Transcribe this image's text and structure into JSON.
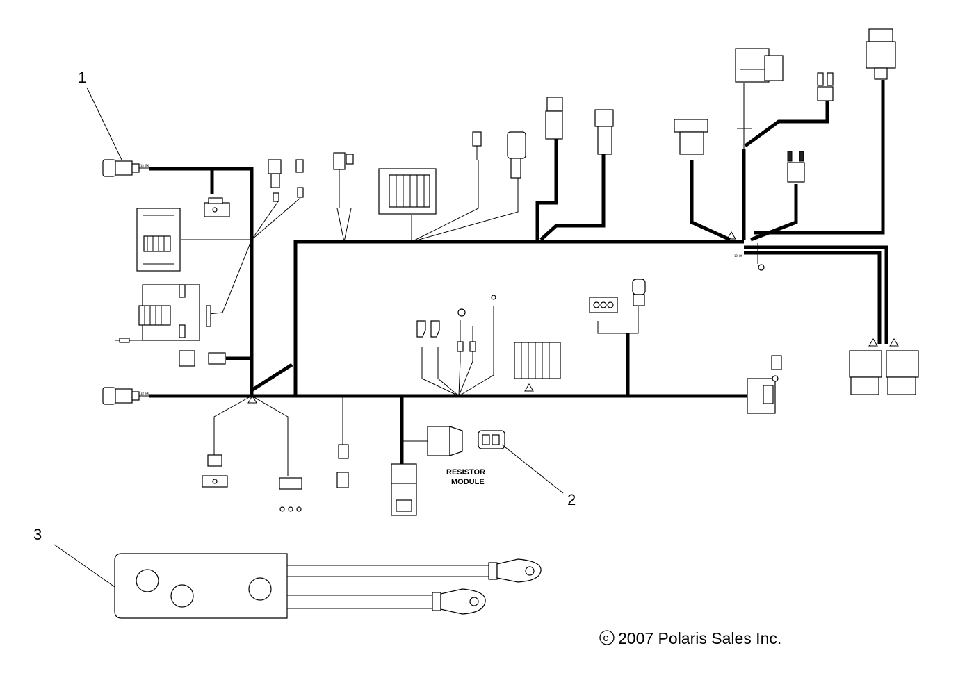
{
  "callouts": [
    "1",
    "2",
    "3"
  ],
  "resistor_module": {
    "line1": "RESISTOR",
    "line2": "MODULE"
  },
  "copyright": {
    "symbol": "c",
    "text": "2007 Polaris Sales Inc."
  }
}
